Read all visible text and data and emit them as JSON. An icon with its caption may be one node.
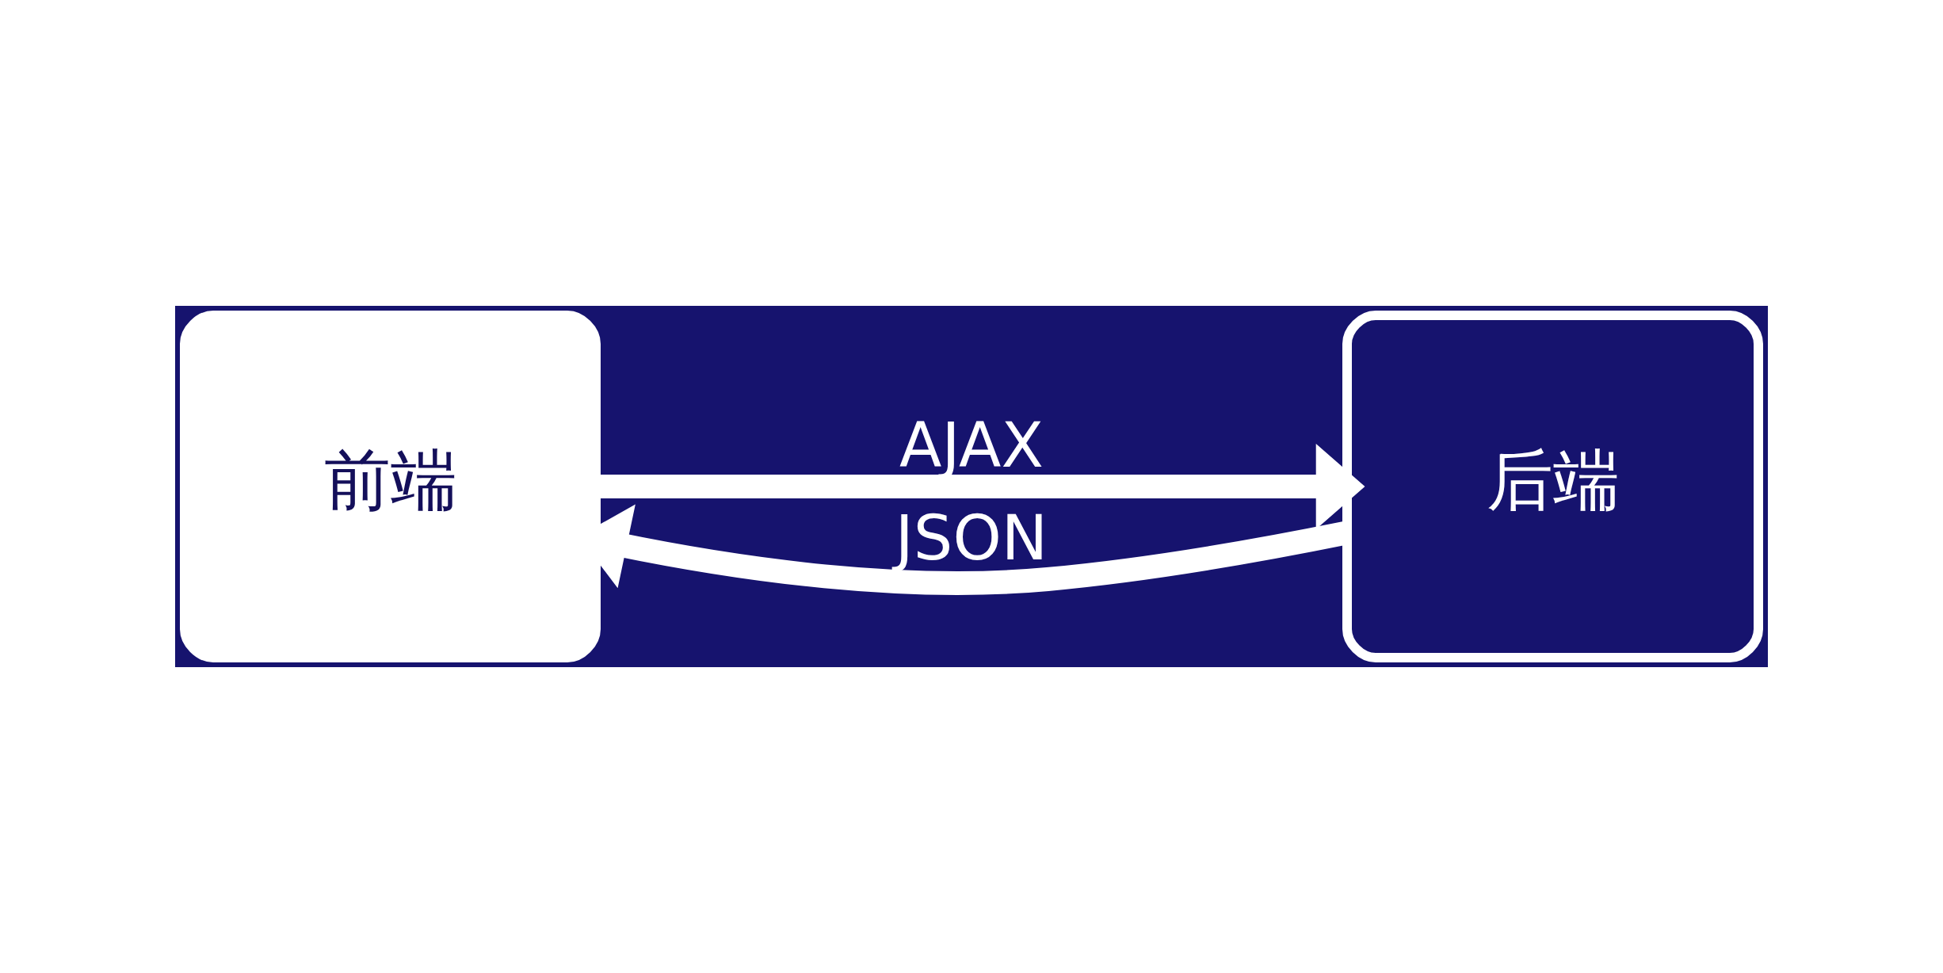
{
  "diagram": {
    "nodes": [
      {
        "text": [
          "前端"
        ]
      },
      {
        "text": [
          "后端"
        ]
      }
    ],
    "edges": [
      {
        "from": 0,
        "to": 1,
        "arrow": "to",
        "label": "AJAX"
      },
      {
        "from": 1,
        "to": 0,
        "arrow": "to",
        "label": "JSON"
      }
    ]
  }
}
